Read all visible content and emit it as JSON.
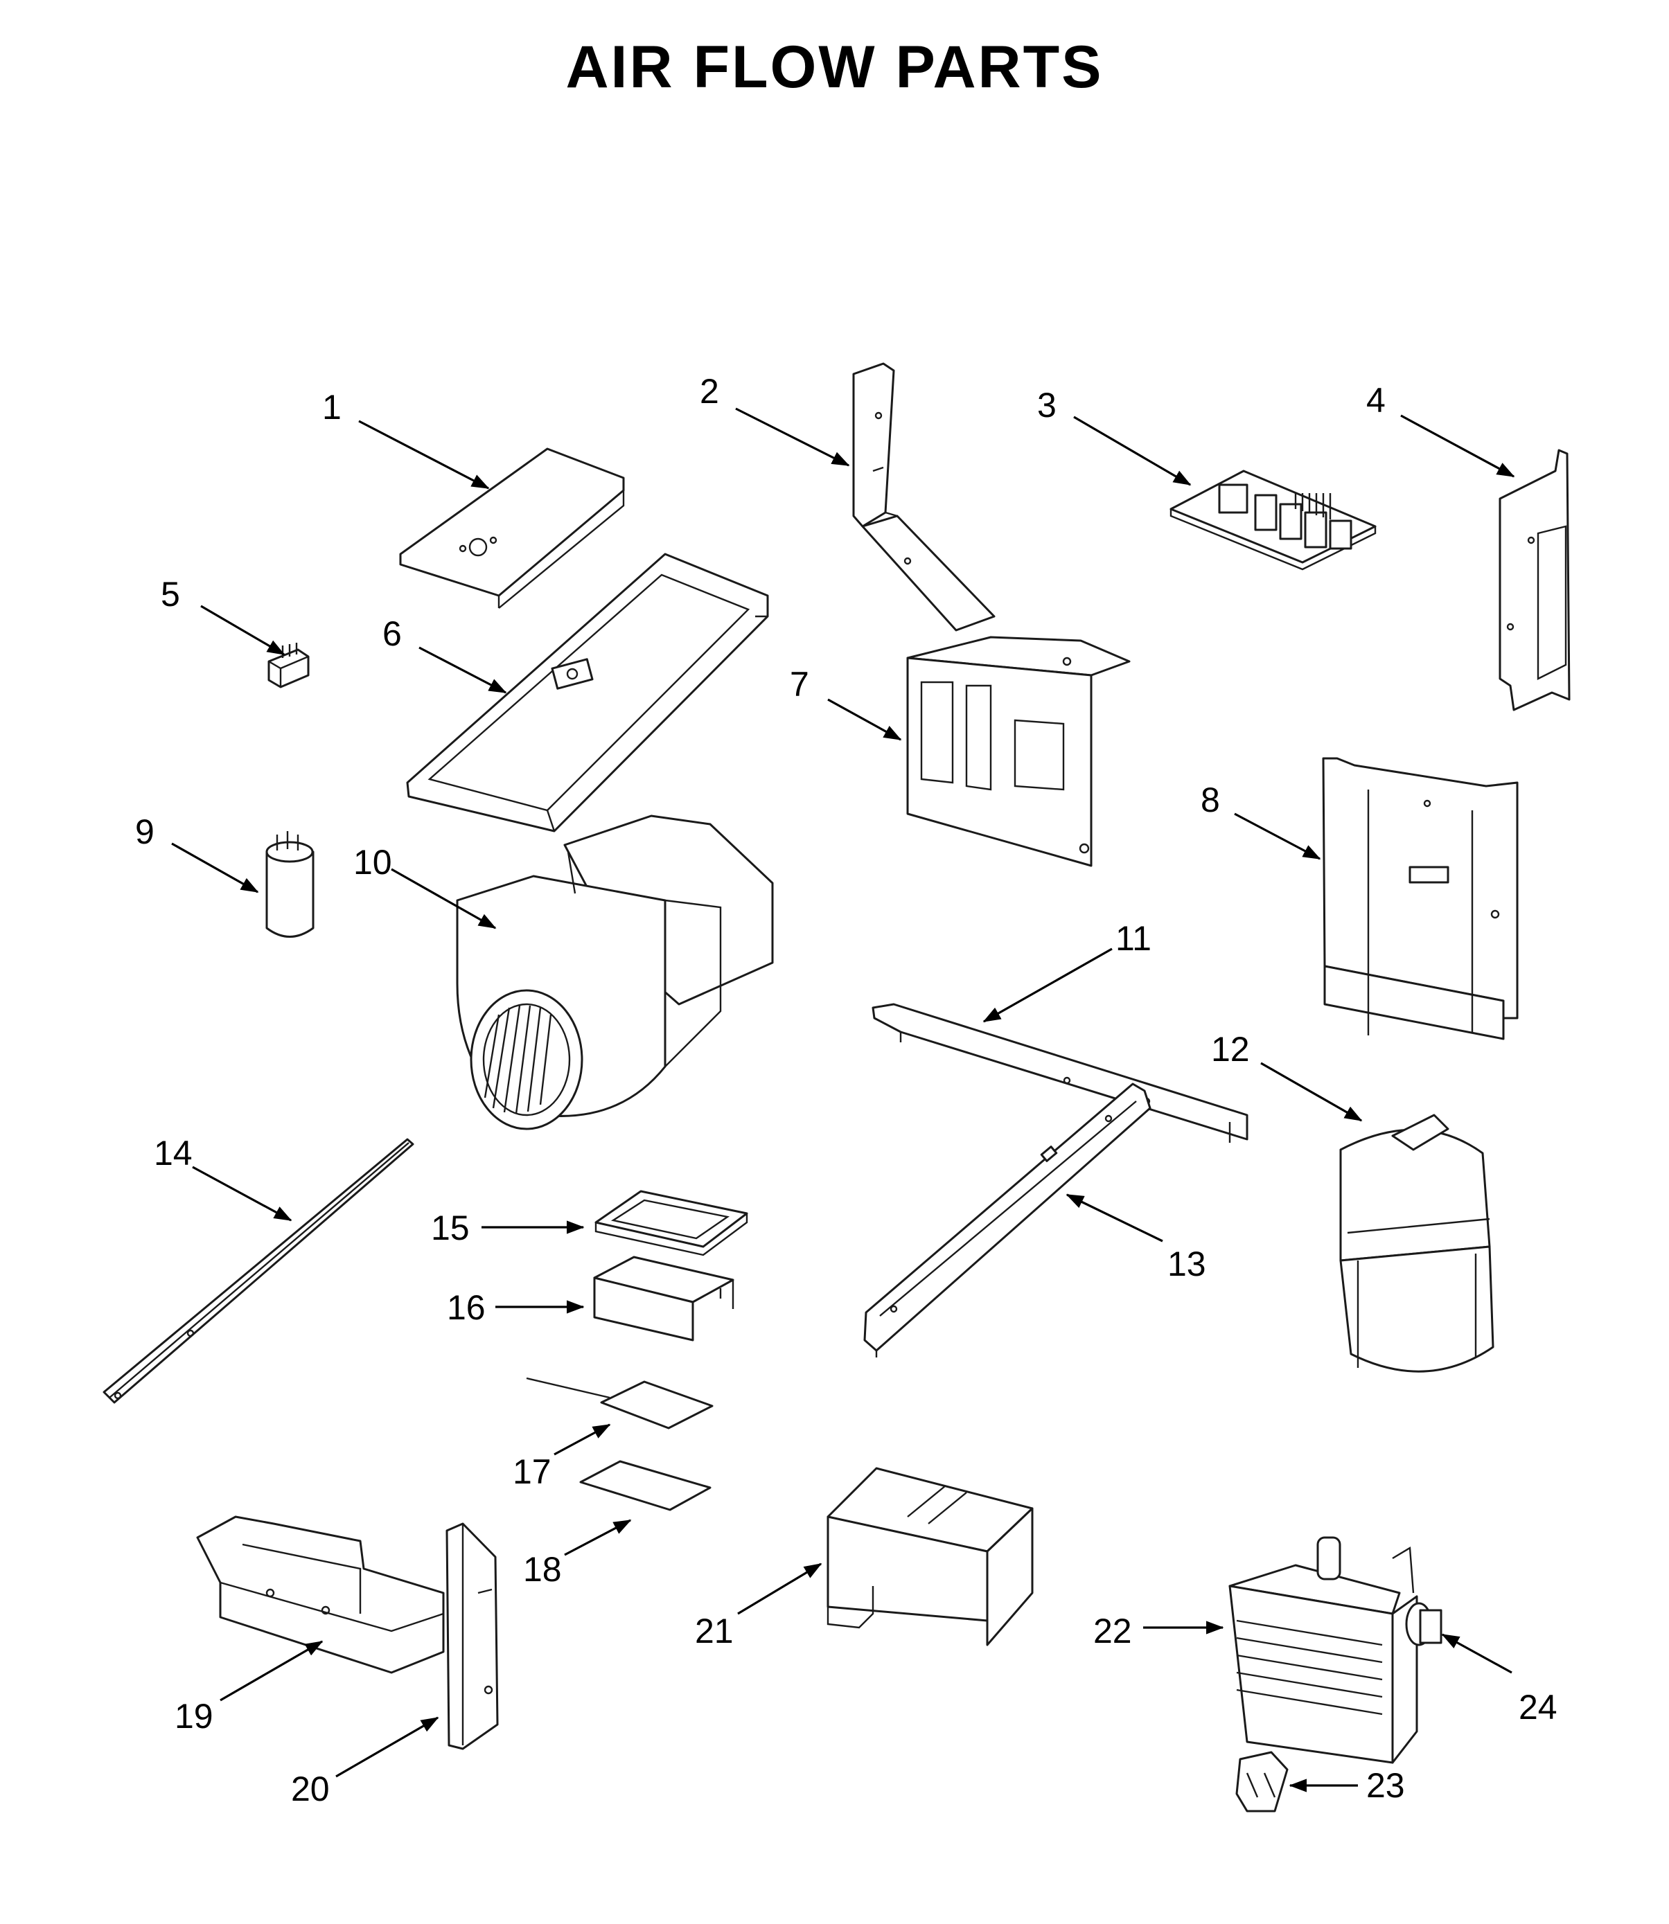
{
  "title": "AIR FLOW PARTS",
  "colors": {
    "line": "#1a1a1a",
    "background": "#ffffff"
  },
  "callouts": [
    "1",
    "2",
    "3",
    "4",
    "5",
    "6",
    "7",
    "8",
    "9",
    "10",
    "11",
    "12",
    "13",
    "14",
    "15",
    "16",
    "17",
    "18",
    "19",
    "20",
    "21",
    "22",
    "23",
    "24"
  ]
}
